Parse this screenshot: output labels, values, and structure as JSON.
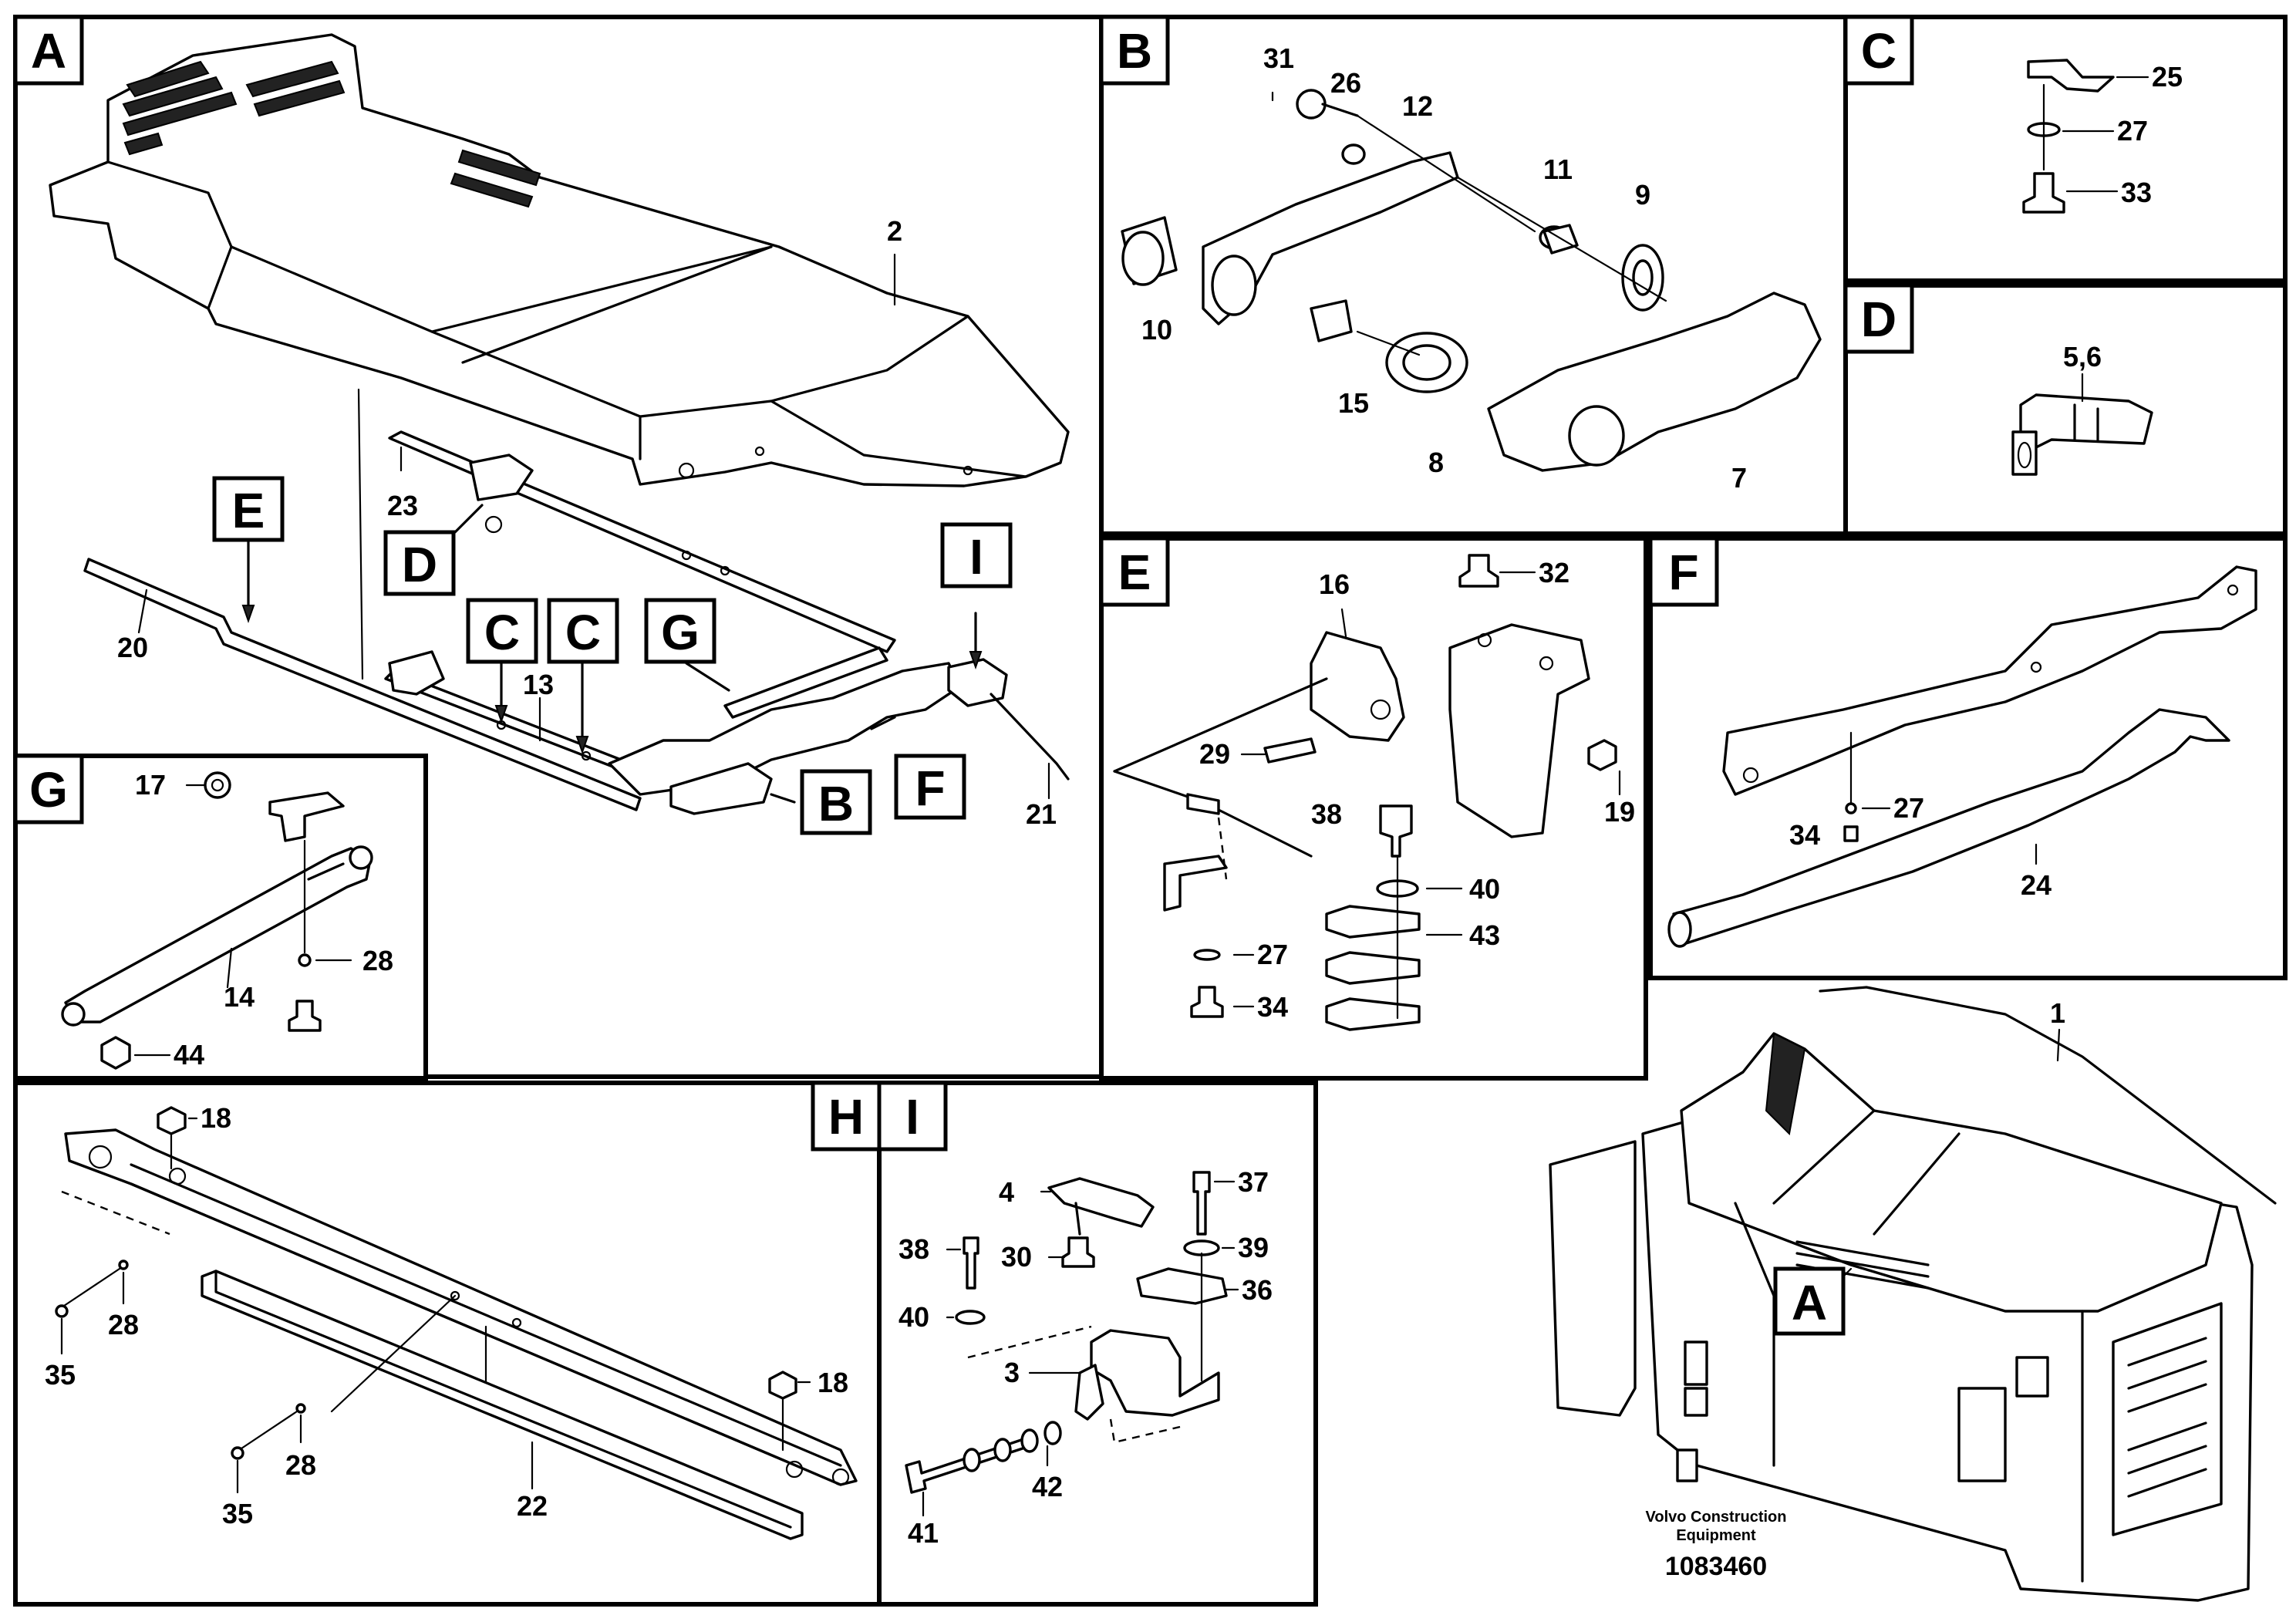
{
  "panels": {
    "A": "A",
    "B": "B",
    "C": "C",
    "D": "D",
    "E": "E",
    "F": "F",
    "G": "G",
    "H": "H",
    "I": "I"
  },
  "panel_a_refs": {
    "E": "E",
    "D": "D",
    "C1": "C",
    "C2": "C",
    "G": "G",
    "B": "B",
    "F": "F",
    "I": "I"
  },
  "overview_ref": "A",
  "callouts": {
    "a": [
      "2",
      "23",
      "20",
      "13",
      "21"
    ],
    "b": [
      "31",
      "26",
      "12",
      "11",
      "9",
      "10",
      "15",
      "8",
      "7"
    ],
    "c": [
      "25",
      "27",
      "33"
    ],
    "d": [
      "5,6"
    ],
    "e": [
      "16",
      "32",
      "29",
      "19",
      "38",
      "40",
      "43",
      "27",
      "34"
    ],
    "f": [
      "27",
      "34",
      "24"
    ],
    "g": [
      "17",
      "28",
      "14",
      "44"
    ],
    "h": [
      "18",
      "28",
      "35",
      "18",
      "28",
      "35",
      "22"
    ],
    "i": [
      "4",
      "37",
      "38",
      "30",
      "39",
      "36",
      "40",
      "3",
      "42",
      "41"
    ],
    "overview": [
      "1"
    ]
  },
  "footer": {
    "company_line1": "Volvo Construction",
    "company_line2": "Equipment",
    "drawing_number": "1083460"
  }
}
